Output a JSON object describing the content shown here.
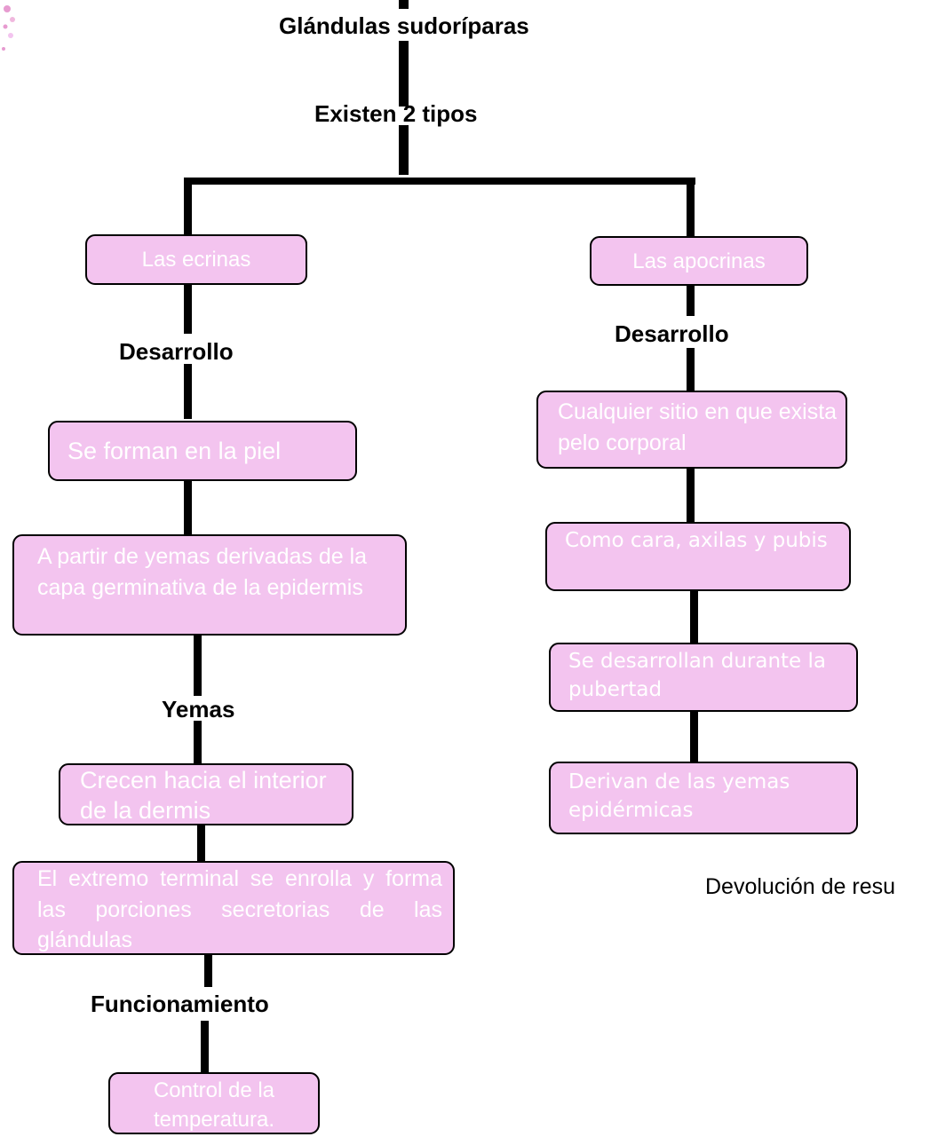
{
  "title": "Glándulas sudoríparas",
  "subtitle": "Existen 2 tipos",
  "left_branch": {
    "type_label": "Las ecrinas",
    "connector_development": "Desarrollo",
    "node_formation": "Se forman en la piel",
    "node_origin": "A partir de yemas derivadas de la capa germinativa de la epidermis",
    "connector_buds": "Yemas",
    "node_growth": "Crecen hacia el interior de la dermis",
    "node_terminal": "El extremo terminal se enrolla y forma las porciones secretorias de las glándulas",
    "connector_function": "Funcionamiento",
    "node_function": "Control de la temperatura."
  },
  "right_branch": {
    "type_label": "Las apocrinas",
    "connector_development": "Desarrollo",
    "node_location": "Cualquier sitio en que exista pelo corporal",
    "node_examples": "Como cara, axilas y pubis",
    "node_puberty": "Se desarrollan durante la pubertad",
    "node_derivation": "Derivan de las yemas epidérmicas"
  },
  "footer_text": "Devolución de resu",
  "colors": {
    "box_fill": "#f3c4ef",
    "box_text": "#ffffff",
    "lines": "#000000",
    "decoration": "#e79bd0"
  }
}
